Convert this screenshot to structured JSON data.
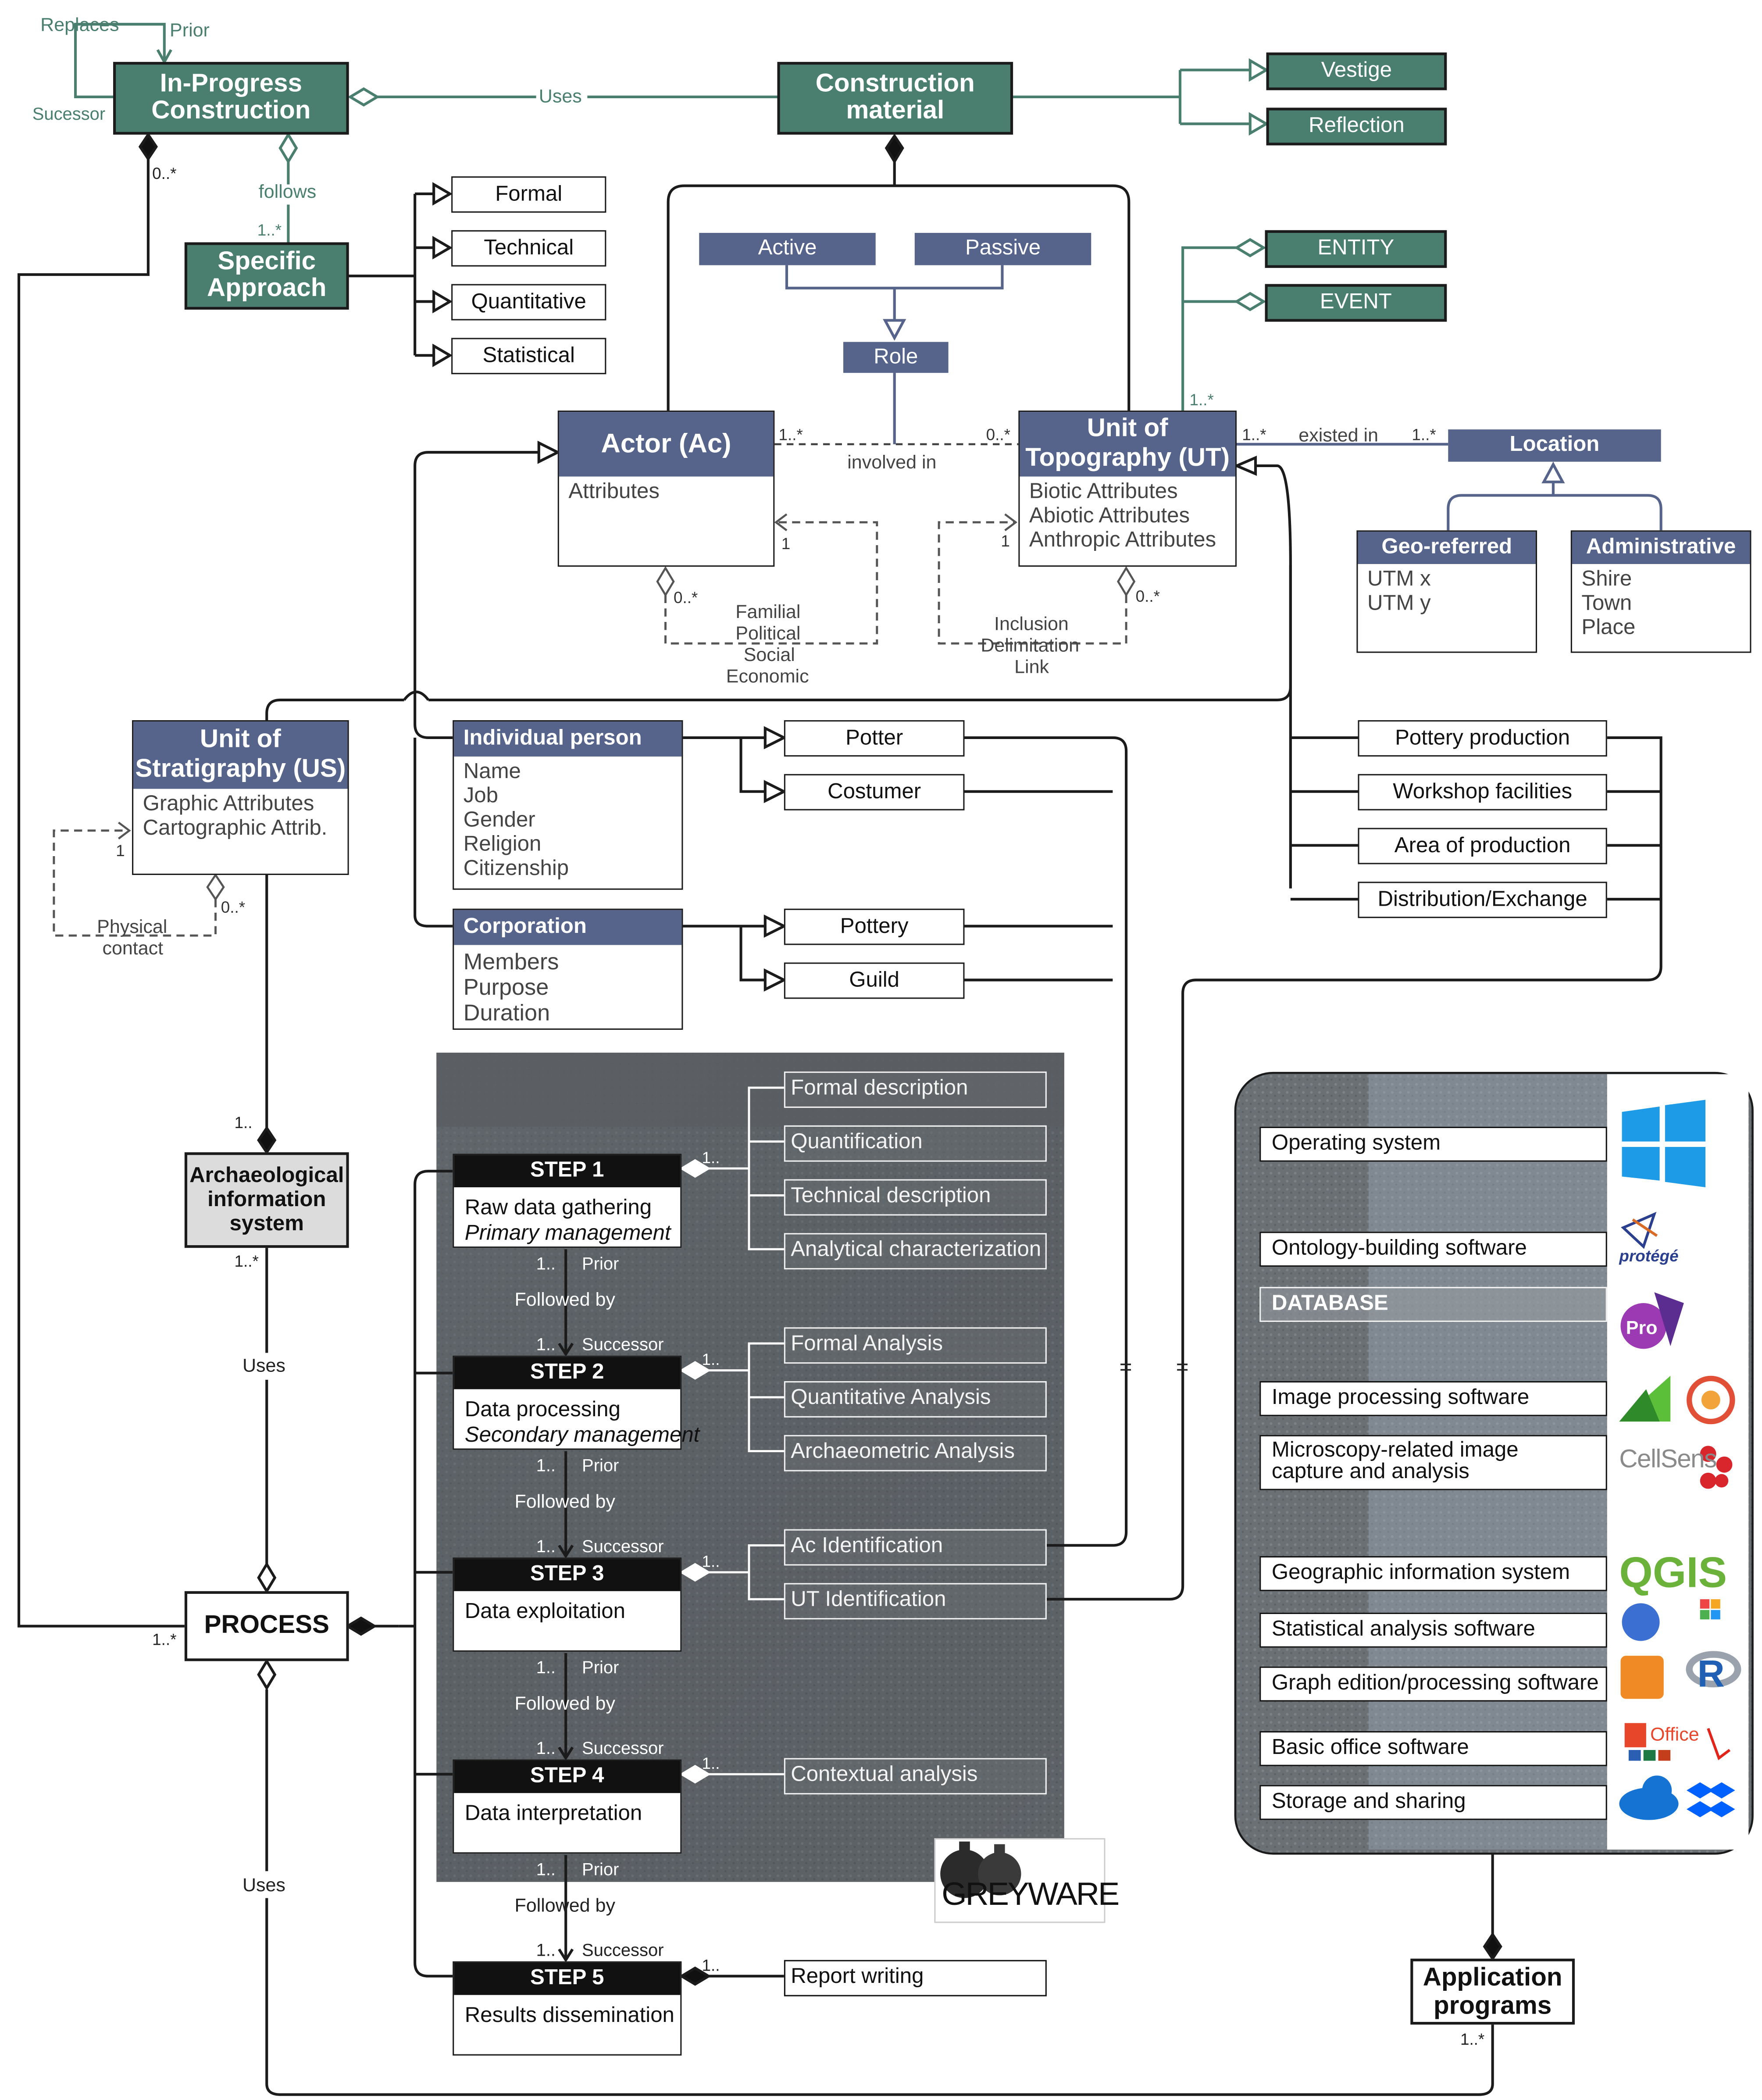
{
  "green": {
    "in_progress": "In-Progress Construction",
    "construction_material": "Construction material",
    "specific_approach": "Specific Approach",
    "vestige": "Vestige",
    "reflection": "Reflection",
    "entity": "ENTITY",
    "event": "EVENT"
  },
  "approaches": [
    "Formal",
    "Technical",
    "Quantitative",
    "Statistical"
  ],
  "roles": {
    "active": "Active",
    "passive": "Passive",
    "role": "Role"
  },
  "actor": {
    "title": "Actor (Ac)",
    "attributes": [
      "Attributes"
    ]
  },
  "unit_topography": {
    "title": "Unit of Topography (UT)",
    "attributes": [
      "Biotic Attributes",
      "Abiotic Attributes",
      "Anthropic Attributes"
    ]
  },
  "location": {
    "title": "Location"
  },
  "geo_referred": {
    "title": "Geo-referred",
    "attributes": [
      "UTM x",
      "UTM y"
    ]
  },
  "administrative": {
    "title": "Administrative",
    "attributes": [
      "Shire",
      "Town",
      "Place"
    ]
  },
  "unit_stratigraphy": {
    "title": "Unit of Stratigraphy (US)",
    "attributes": [
      "Graphic Attributes",
      "Cartographic Attrib."
    ]
  },
  "individual_person": {
    "title": "Individual person",
    "attributes": [
      "Name",
      "Job",
      "Gender",
      "Religion",
      "Citizenship"
    ]
  },
  "corporation": {
    "title": "Corporation",
    "attributes": [
      "Members",
      "Purpose",
      "Duration"
    ]
  },
  "person_roles": [
    "Potter",
    "Costumer"
  ],
  "corporation_types": [
    "Pottery",
    "Guild"
  ],
  "ut_types": [
    "Pottery production",
    "Workshop facilities",
    "Area of production",
    "Distribution/Exchange"
  ],
  "ais": "Archaeological information system",
  "process": "PROCESS",
  "application_programs": "Application programs",
  "steps": [
    {
      "label": "STEP 1",
      "line1": "Raw data gathering",
      "line2": "Primary management"
    },
    {
      "label": "STEP 2",
      "line1": "Data processing",
      "line2": "Secondary management"
    },
    {
      "label": "STEP 3",
      "line1": "Data exploitation",
      "line2": ""
    },
    {
      "label": "STEP 4",
      "line1": "Data interpretation",
      "line2": ""
    },
    {
      "label": "STEP 5",
      "line1": "Results dissemination",
      "line2": ""
    }
  ],
  "step_tasks": {
    "s1": [
      "Formal description",
      "Quantification",
      "Technical description",
      "Analytical characterization"
    ],
    "s2": [
      "Formal Analysis",
      "Quantitative Analysis",
      "Archaeometric Analysis"
    ],
    "s3": [
      "Ac Identification",
      "UT Identification"
    ],
    "s4": [
      "Contextual analysis"
    ],
    "s5": [
      "Report writing"
    ]
  },
  "software": [
    "Operating system",
    "Ontology-building software",
    "DATABASE",
    "Image processing software",
    "Microscopy-related image capture and analysis",
    "Geographic information system",
    "Statistical analysis software",
    "Graph edition/processing software",
    "Basic office software",
    "Storage and sharing"
  ],
  "software_logos": {
    "protege": "protégé",
    "pro": "Pro",
    "cellsens": "CellSens",
    "qgis": "QGIS",
    "r": "R",
    "office": "Office"
  },
  "greyware_logo": "GREYWARE",
  "labels": {
    "replaces": "Replaces",
    "prior": "Prior",
    "sucessor": "Sucessor",
    "uses": "Uses",
    "follows": "follows",
    "mult_0n": "0..*",
    "mult_1n": "1..*",
    "mult_1": "1",
    "mult_1dot": "1..",
    "involved_in": "involved in",
    "existed_in": "existed in",
    "familial": "Familial",
    "political": "Political",
    "social": "Social",
    "economic": "Economic",
    "inclusion": "Inclusion",
    "delimitation": "Delimitation",
    "link": "Link",
    "physical": "Physical",
    "contact": "contact",
    "followed_by": "Followed by",
    "successor": "Successor",
    "equals": "="
  },
  "colors": {
    "green": "#4a7f6f",
    "slate": "#56638a",
    "dark": "#1b1b1b"
  }
}
